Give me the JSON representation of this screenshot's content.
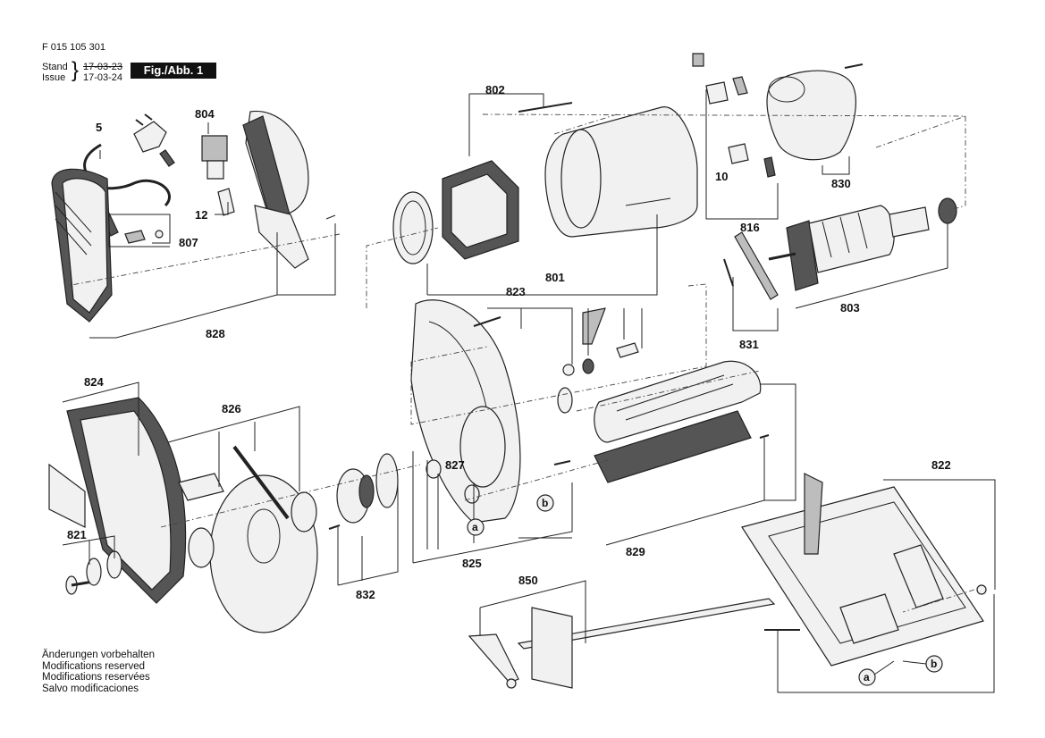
{
  "header": {
    "doc_number": "F 015 105 301",
    "stand_label": "Stand",
    "stand_value": "17-03-23",
    "issue_label": "Issue",
    "issue_value": "17-03-24",
    "figure_tag": "Fig./Abb. 1"
  },
  "footer_notes": [
    "Änderungen vorbehalten",
    "Modifications reserved",
    "Modifications reservées",
    "Salvo modificaciones"
  ],
  "part_labels": {
    "p5": "5",
    "p12": "12",
    "p10": "10",
    "p801": "801",
    "p802": "802",
    "p803": "803",
    "p804": "804",
    "p807": "807",
    "p816": "816",
    "p821": "821",
    "p822": "822",
    "p823": "823",
    "p824": "824",
    "p825": "825",
    "p826": "826",
    "p827": "827",
    "p828": "828",
    "p829": "829",
    "p830": "830",
    "p831": "831",
    "p832": "832",
    "p850": "850"
  },
  "connection_markers": {
    "a": "a",
    "b": "b"
  }
}
